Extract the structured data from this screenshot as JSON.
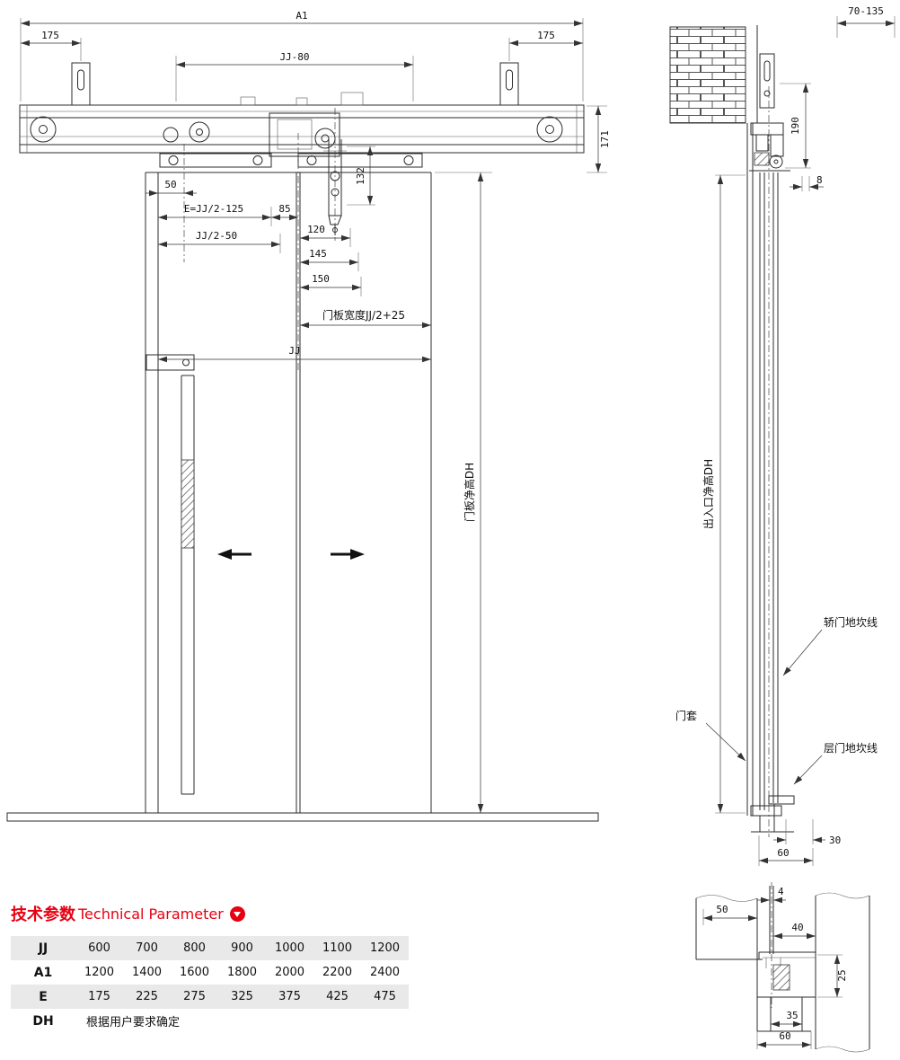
{
  "front_view": {
    "dim_a1": "A1",
    "dim_175_left": "175",
    "dim_175_right": "175",
    "dim_jj_80": "JJ-80",
    "dim_171": "171",
    "dim_50": "50",
    "dim_e": "E=JJ/2-125",
    "dim_85": "85",
    "dim_jj2_50": "JJ/2-50",
    "dim_120": "120",
    "dim_145": "145",
    "dim_150": "150",
    "dim_132": "132",
    "dim_panel_width": "门板宽度JJ/2+25",
    "dim_jj": "JJ",
    "dim_panel_height": "门板净高DH"
  },
  "side_view": {
    "dim_wall_range": "70-135",
    "dim_190": "190",
    "dim_8": "8",
    "dim_entrance_height": "出入口净高DH",
    "label_car_sill_line": "轿门地坎线",
    "label_door_jamb": "门套",
    "label_landing_sill_line": "层门地坎线",
    "dim_30": "30",
    "dim_60": "60"
  },
  "sill_detail": {
    "dim_4": "4",
    "dim_50": "50",
    "dim_40": "40",
    "dim_25": "25",
    "dim_35": "35",
    "dim_60": "60"
  },
  "parameters": {
    "title_cn": "技术参数",
    "title_en": "Technical Parameter",
    "accent_color": "#e60012",
    "table": [
      {
        "label": "JJ",
        "values": [
          "600",
          "700",
          "800",
          "900",
          "1000",
          "1100",
          "1200"
        ]
      },
      {
        "label": "A1",
        "values": [
          "1200",
          "1400",
          "1600",
          "1800",
          "2000",
          "2200",
          "2400"
        ]
      },
      {
        "label": "E",
        "values": [
          "175",
          "225",
          "275",
          "325",
          "375",
          "425",
          "475"
        ]
      },
      {
        "label": "DH",
        "values": [
          "根据用户要求确定"
        ]
      }
    ]
  }
}
